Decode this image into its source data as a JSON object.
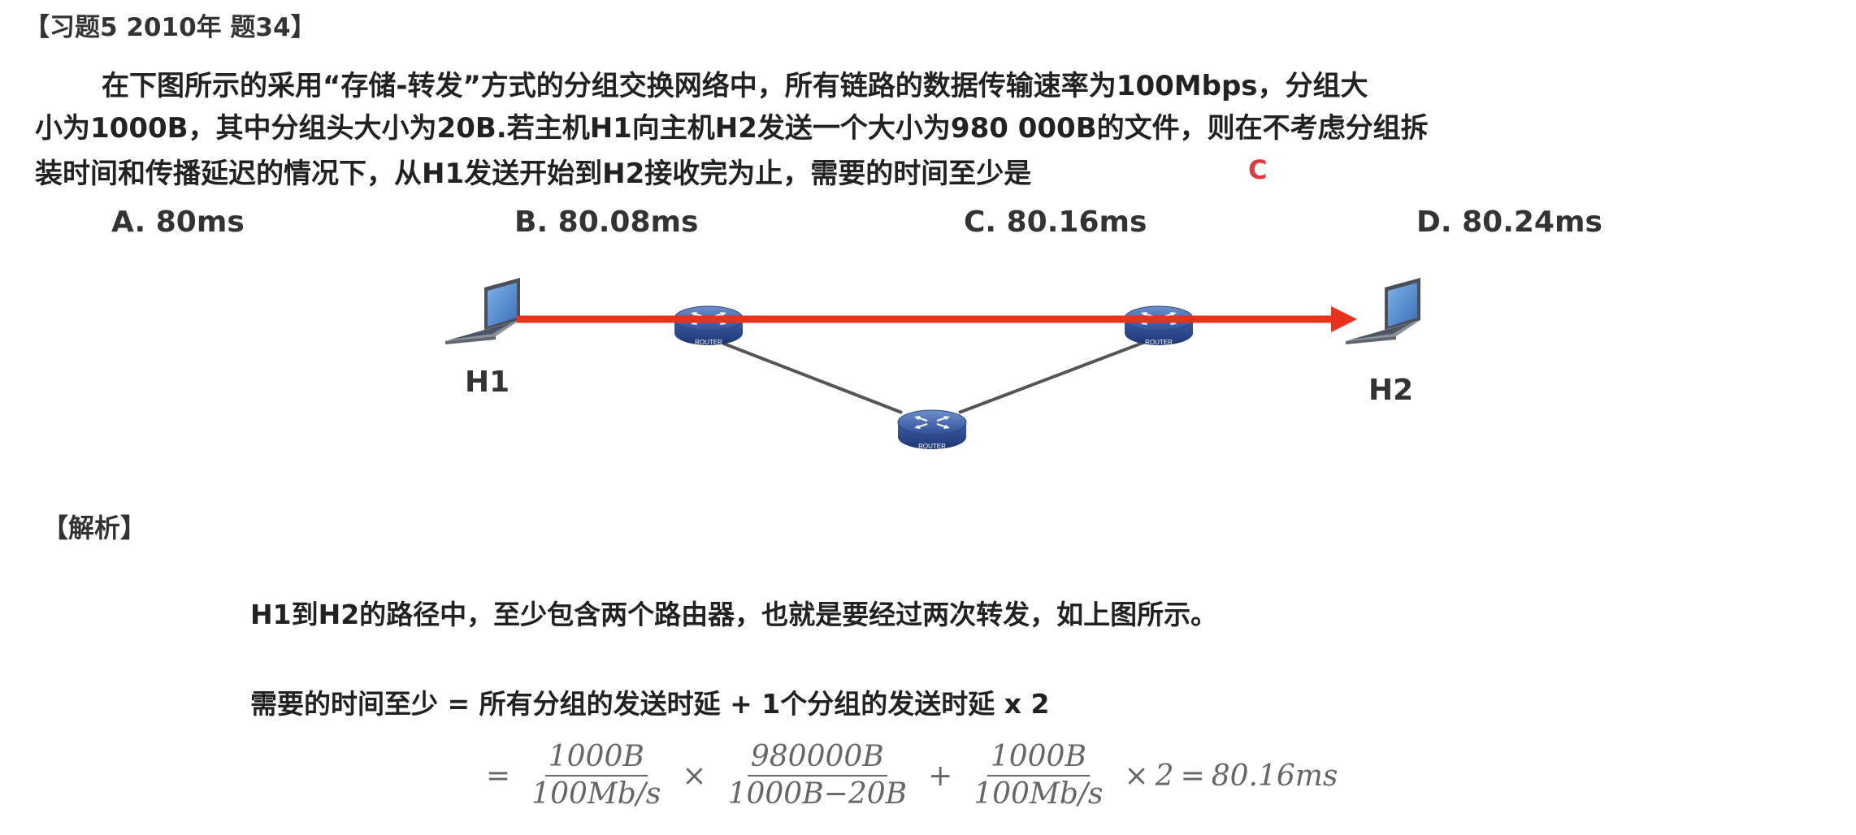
{
  "title": "【习题5  2010年 题34】",
  "question": {
    "line1": "在下图所示的采用“存储-转发”方式的分组交换网络中，所有链路的数据传输速率为100Mbps，分组大",
    "line2": "小为1000B，其中分组头大小为20B.若主机H1向主机H2发送一个大小为980 000B的文件，则在不考虑分组拆",
    "line3": "装时间和传播延迟的情况下，从H1发送开始到H2接收完为止，需要的时间至少是",
    "answer_mark": "C"
  },
  "options": {
    "a": "A. 80ms",
    "b": "B. 80.08ms",
    "c": "C. 80.16ms",
    "d": "D. 80.24ms"
  },
  "diagram": {
    "host1": "H1",
    "host2": "H2",
    "router_label": "ROUTER",
    "path_color": "#e8321e",
    "link_color": "#555555"
  },
  "analysis": {
    "title": "【解析】",
    "line1": "H1到H2的路径中，至少包含两个路由器，也就是要经过两次转发，如上图所示。",
    "line2": "需要的时间至少 = 所有分组的发送时延 + 1个分组的发送时延 x 2",
    "formula": {
      "eq": "=",
      "f1_num": "1000B",
      "f1_den": "100Mb/s",
      "times": "×",
      "f2_num": "980000B",
      "f2_den": "1000B−20B",
      "plus": "+",
      "f3_num": "1000B",
      "f3_den": "100Mb/s",
      "times2": "×",
      "two": "2",
      "eq2": "=",
      "result": "80.16ms"
    }
  }
}
